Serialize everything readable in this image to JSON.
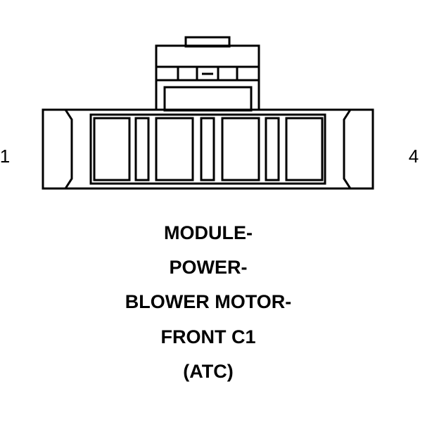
{
  "pin_labels": {
    "left": "1",
    "right": "4"
  },
  "title_lines": [
    "MODULE-",
    "POWER-",
    "BLOWER MOTOR-",
    "FRONT C1",
    "(ATC)"
  ]
}
